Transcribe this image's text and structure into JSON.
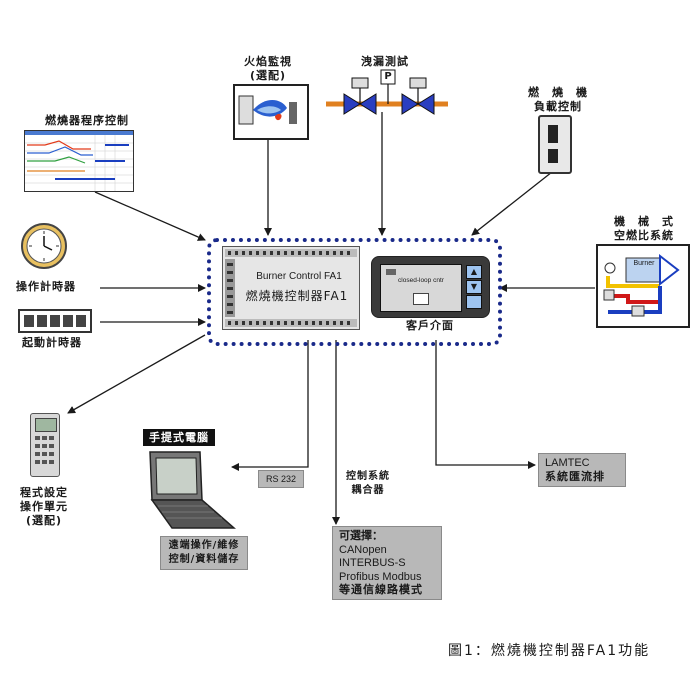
{
  "labels": {
    "flame_monitor": "火焰監視",
    "flame_monitor_opt": "(選配)",
    "leak_test": "洩漏測試",
    "burner_load_1": "燃　燒　機",
    "burner_load_2": "負載控制",
    "program_control": "燃燒器程序控制",
    "mech_ratio_1": "機　械　式",
    "mech_ratio_2": "空燃比系統",
    "op_timer": "操作計時器",
    "start_counter": "起動計時器",
    "prog_unit_1": "程式設定",
    "prog_unit_2": "操作單元",
    "prog_unit_3": "(選配)",
    "laptop": "手提式電腦",
    "remote_1": "遠端操作/維修",
    "remote_2": "控制/資料儲存",
    "rs232": "RS 232",
    "coupler_1": "控制系統",
    "coupler_2": "耦合器",
    "lamtec_1": "LAMTEC",
    "lamtec_2": "系統匯流排",
    "options_1": "可選擇：",
    "options_2": "CANopen",
    "options_3": "INTERBUS-S",
    "options_4": "Profibus Modbus",
    "options_5": "等通信線路模式",
    "customer_interface": "客戶介面",
    "closed_loop": "closed-loop cntr",
    "burner_tag": "Burner",
    "p_symbol": "P",
    "caption": "圖1：燃燒機控制器FA1功能"
  },
  "fa1": {
    "line1": "Burner Control FA1",
    "line2": "燃燒機控制器FA1"
  },
  "colors": {
    "dotted_border": "#1a2a8a",
    "gray_box": "#b8b8b8",
    "flame_blue": "#2a5fd0",
    "flame_red": "#e23a1a",
    "valve_orange": "#e08020",
    "pipe_yellow": "#f2c200",
    "pipe_red": "#d01818",
    "pipe_blue": "#1a3ec0"
  },
  "icons": [
    "clock-icon",
    "counter-icon",
    "laptop-icon",
    "handheld-icon",
    "flame-icon",
    "valve-icon",
    "load-controller-icon",
    "chart-icon",
    "mechanical-system-icon",
    "closed-loop-panel-icon"
  ]
}
